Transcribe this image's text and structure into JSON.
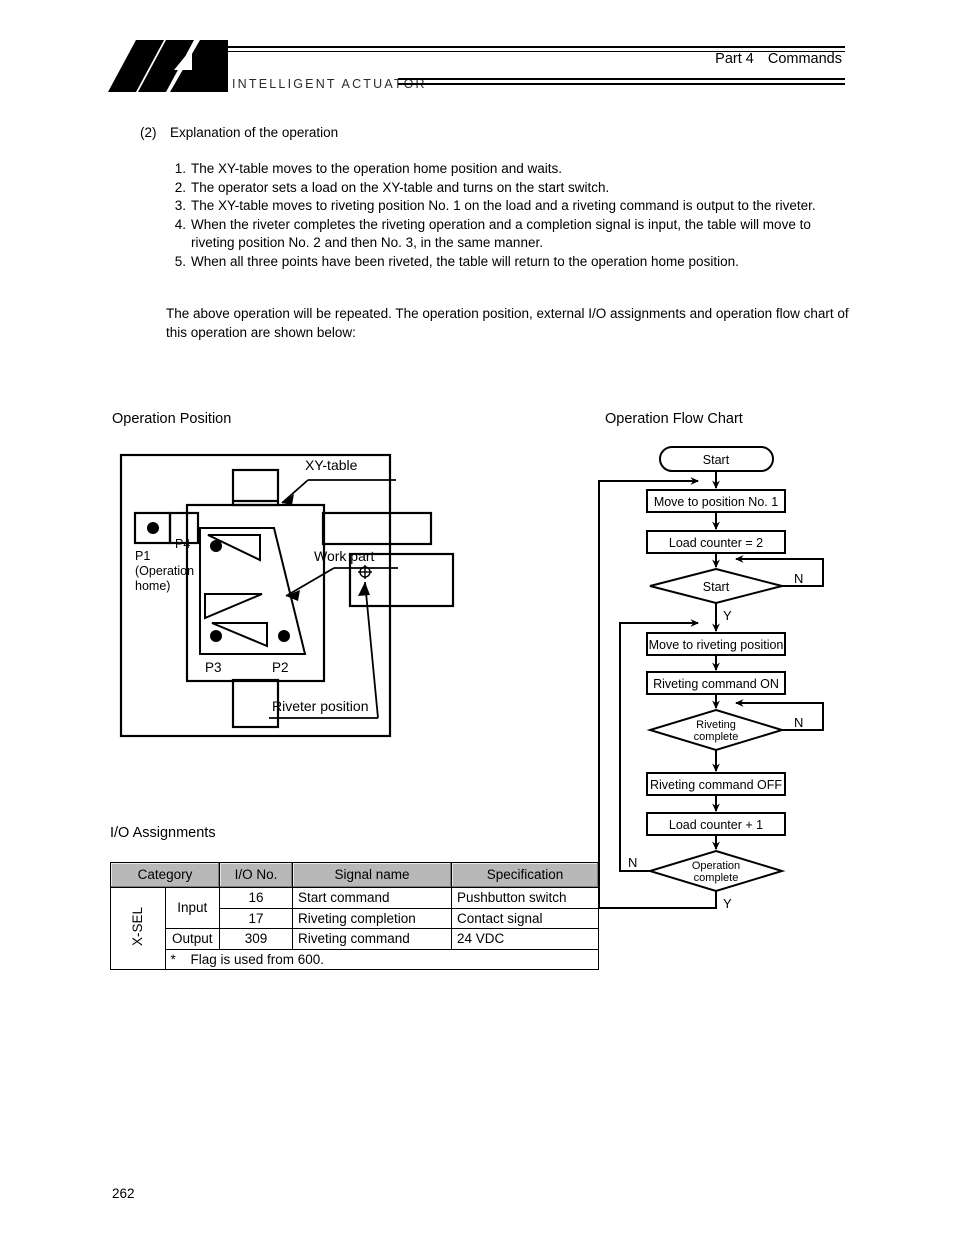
{
  "header": {
    "logo_text": "INTELLIGENT ACTUATOR",
    "part": "Part 4",
    "section": "Commands"
  },
  "intro": {
    "number": "(2)",
    "heading": "Explanation of the operation"
  },
  "steps": [
    {
      "n": "1.",
      "text": "The XY-table moves to the operation home position and waits."
    },
    {
      "n": "2.",
      "text": "The operator sets a load on the XY-table and turns on the start switch."
    },
    {
      "n": "3.",
      "text": "The XY-table moves to riveting position No. 1 on the load and a riveting command is output to the riveter."
    },
    {
      "n": "4.",
      "text": "When the riveter completes the riveting operation and a completion signal is input, the table will move to riveting position No. 2 and then No. 3, in the same manner."
    },
    {
      "n": "5.",
      "text": "When all three points have been riveted, the table will return to the operation home position."
    }
  ],
  "closing": "The above operation will be repeated. The operation position, external I/O assignments and operation flow chart of this operation are shown below:",
  "sections": {
    "operation_position": "Operation Position",
    "operation_flow_chart": "Operation Flow Chart",
    "io_assignments": "I/O Assignments"
  },
  "operation_diagram": {
    "labels": {
      "xy_table": "XY-table",
      "work_part": "Work part",
      "riveter_position": "Riveter position",
      "p1": "P1",
      "p1_sub1": "(Operation",
      "p1_sub2": "home)",
      "p2": "P2",
      "p3": "P3",
      "p4": "P4"
    }
  },
  "flow_chart": {
    "nodes": [
      {
        "id": "start",
        "shape": "terminator",
        "label": "Start"
      },
      {
        "id": "move_pos1",
        "shape": "process",
        "label": "Move to position No. 1"
      },
      {
        "id": "load_set",
        "shape": "process",
        "label": "Load counter = 2"
      },
      {
        "id": "start_dec",
        "shape": "decision",
        "label": "Start"
      },
      {
        "id": "move_rivet",
        "shape": "process",
        "label": "Move to riveting position"
      },
      {
        "id": "rivet_on",
        "shape": "process",
        "label": "Riveting command ON"
      },
      {
        "id": "rivet_done",
        "shape": "decision",
        "label_line1": "Riveting",
        "label_line2": "complete"
      },
      {
        "id": "rivet_off",
        "shape": "process",
        "label": "Riveting command OFF"
      },
      {
        "id": "load_inc",
        "shape": "process",
        "label": "Load counter + 1"
      },
      {
        "id": "op_done",
        "shape": "decision",
        "label_line1": "Operation",
        "label_line2": "complete"
      }
    ],
    "branch_labels": {
      "start_no": "N",
      "start_yes": "Y",
      "rivet_no": "N",
      "op_no": "N",
      "op_yes": "Y"
    }
  },
  "io_table": {
    "headers": [
      "Category",
      "I/O No.",
      "Signal name",
      "Specification"
    ],
    "group": "X-SEL",
    "rows": [
      {
        "direction": "Input",
        "io_no": "16",
        "signal": "Start command",
        "spec": "Pushbutton switch"
      },
      {
        "direction": "Input",
        "io_no": "17",
        "signal": "Riveting completion",
        "spec": "Contact signal"
      },
      {
        "direction": "Output",
        "io_no": "309",
        "signal": "Riveting command",
        "spec": "24 VDC"
      }
    ],
    "footnote_star": "*",
    "footnote": "Flag is used from 600."
  },
  "page_number": "262"
}
